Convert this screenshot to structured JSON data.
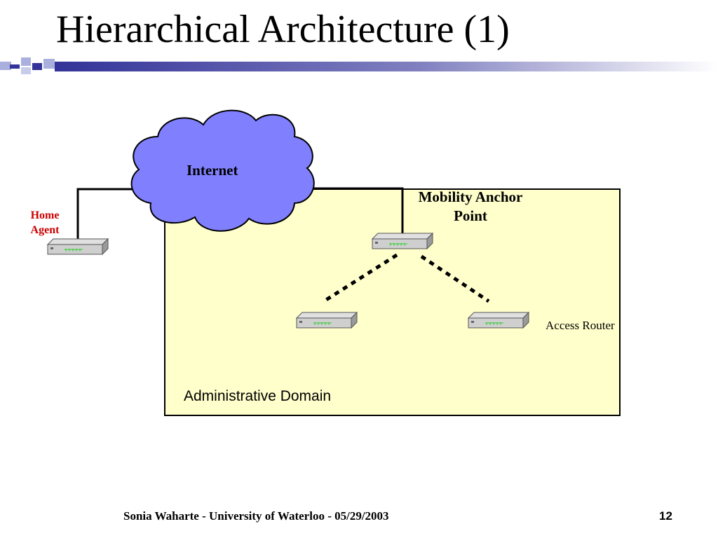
{
  "slide": {
    "title": "Hierarchical Architecture (1)",
    "footer": "Sonia Waharte - University of Waterloo - 05/29/2003",
    "page_number": "12"
  },
  "diagram": {
    "cloud_label": "Internet",
    "mobility_anchor_label": "Mobility Anchor Point",
    "home_agent_label": "Home Agent",
    "access_router_label": "Access Router",
    "domain_label": "Administrative Domain"
  },
  "colors": {
    "cloud_fill": "#8080ff",
    "domain_fill": "#ffffcc",
    "home_agent_text": "#cc0000",
    "title_bar": "#333399"
  },
  "icons": [
    "router-icon"
  ]
}
